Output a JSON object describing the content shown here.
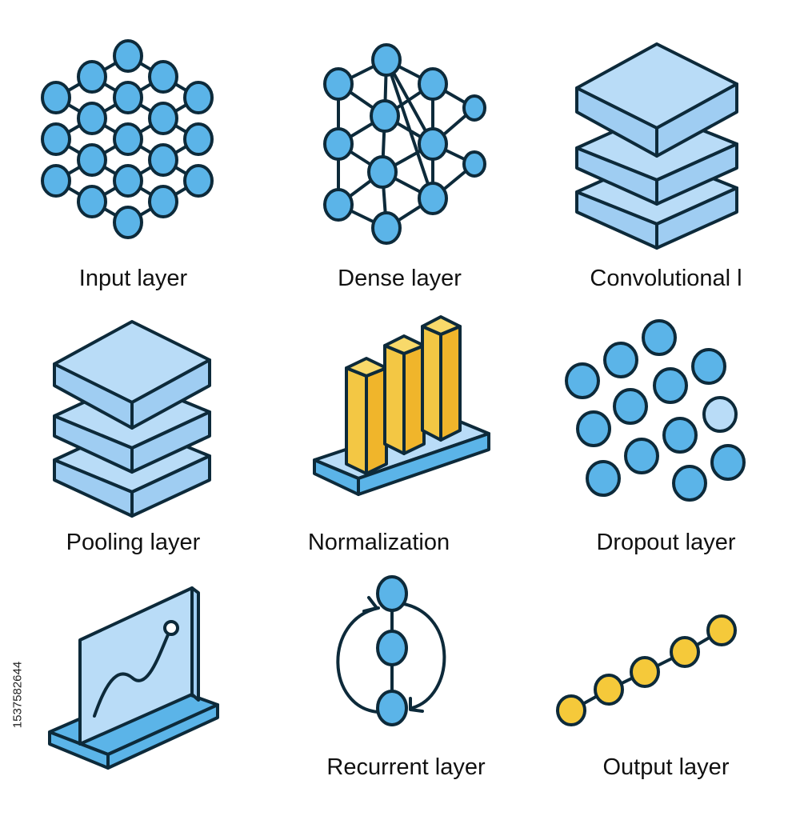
{
  "colors": {
    "node_blue": "#5bb4e8",
    "layer_light": "#b9dcf7",
    "layer_mid": "#9fcdf2",
    "bar_yellow": "#f3c744",
    "node_yellow": "#f5c93a",
    "outline": "#0d2a3a"
  },
  "icons": [
    {
      "id": "input",
      "label": "Input layer",
      "icon": "node-grid-icon"
    },
    {
      "id": "dense",
      "label": "Dense layer",
      "icon": "network-icon"
    },
    {
      "id": "conv",
      "label": "Convolutional l",
      "icon": "stacked-layers-icon"
    },
    {
      "id": "pooling",
      "label": "Pooling layer",
      "icon": "stacked-layers-icon"
    },
    {
      "id": "norm",
      "label": "Normalization",
      "icon": "bar-chart-icon"
    },
    {
      "id": "dropout",
      "label": "Dropout layer",
      "icon": "scattered-nodes-icon"
    },
    {
      "id": "activation",
      "label": "",
      "icon": "curve-screen-icon"
    },
    {
      "id": "recurrent",
      "label": "Recurrent layer",
      "icon": "loop-nodes-icon"
    },
    {
      "id": "output",
      "label": "Output layer",
      "icon": "node-chain-icon"
    }
  ],
  "watermark_id": "1537582644"
}
